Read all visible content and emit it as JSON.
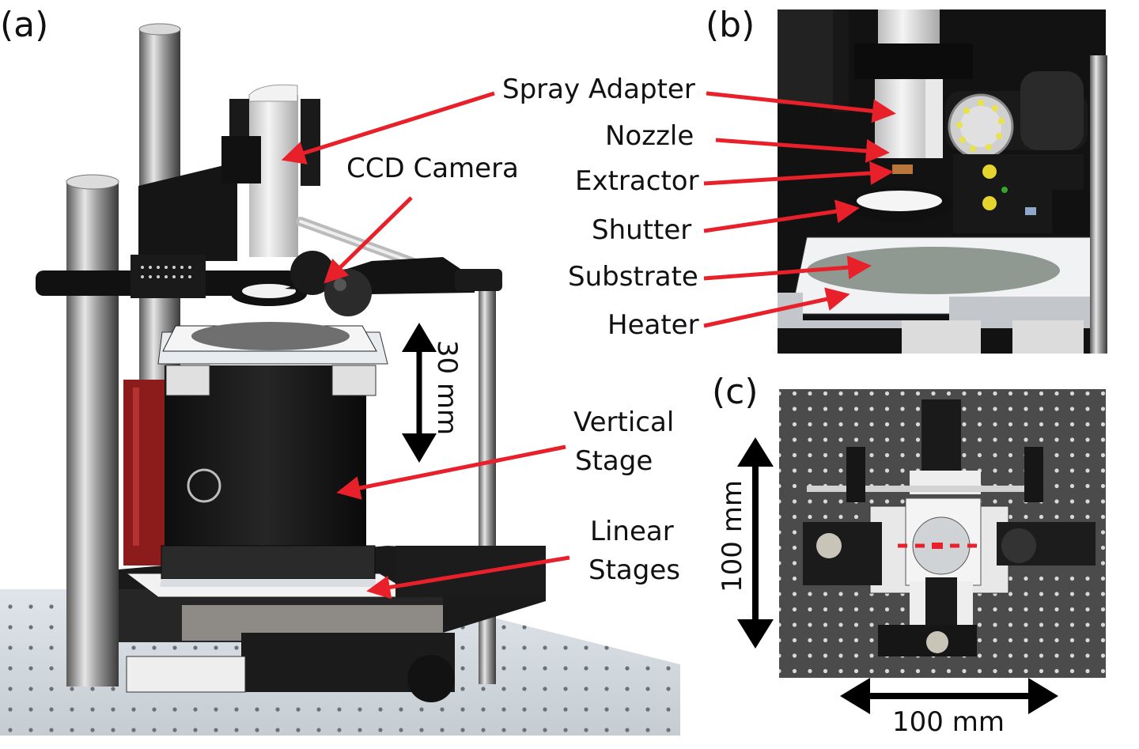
{
  "panels": {
    "a": "(a)",
    "b": "(b)",
    "c": "(c)"
  },
  "labels": {
    "spray_adapter": "Spray Adapter",
    "ccd_camera": "CCD Camera",
    "nozzle": "Nozzle",
    "extractor": "Extractor",
    "shutter": "Shutter",
    "substrate": "Substrate",
    "heater": "Heater",
    "vertical_stage_1": "Vertical",
    "vertical_stage_2": "Stage",
    "linear_stages_1": "Linear",
    "linear_stages_2": "Stages",
    "dim_30": "30 mm",
    "dim_100_v": "100 mm",
    "dim_100_h": "100 mm"
  },
  "colors": {
    "arrow": "#e8202a",
    "black": "#111111",
    "steel": "#a8a8a8",
    "aluminium": "#d8dde2",
    "breadboard": "#4a4a4a",
    "table": "#cfd6dc"
  }
}
